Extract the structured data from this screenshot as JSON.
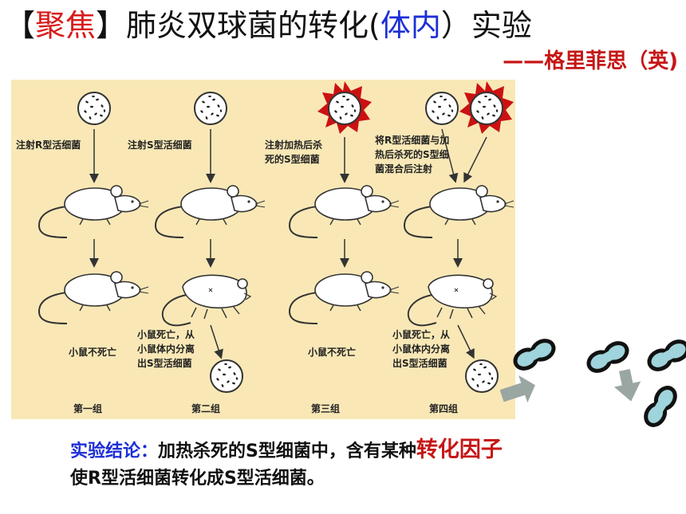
{
  "title": {
    "bracket_open": "【",
    "focus": "聚焦",
    "bracket_close": "】",
    "main": "肺炎双球菌的转化(",
    "invivo": "体内",
    "tail": "）实验"
  },
  "subtitle": "——格里菲思（英)",
  "figure": {
    "labels": {
      "g1_inject": "注射R型活细菌",
      "g2_inject": "注射S型活细菌",
      "g3_inject_1": "注射加热后杀",
      "g3_inject_2": "死的S型细菌",
      "g4_inject_1": "将R型活细菌与加",
      "g4_inject_2": "热后杀死的S型细",
      "g4_inject_3": "菌混合后注射",
      "g1_result": "小鼠不死亡",
      "g2_result_1": "小鼠死亡，从",
      "g2_result_2": "小鼠体内分离",
      "g2_result_3": "出S型活细菌",
      "g3_result": "小鼠不死亡",
      "g4_result_1": "小鼠死亡，从",
      "g4_result_2": "小鼠体内分离",
      "g4_result_3": "出S型活细菌"
    },
    "groups": [
      "第一组",
      "第二组",
      "第三组",
      "第四组"
    ]
  },
  "conclusion": {
    "head": "实验结论：",
    "body1": "加热杀死的S型细菌中，含有某种",
    "highlight": "转化因子",
    "body2": "使R型活细菌转化成S型活细菌。"
  },
  "colors": {
    "title_red": "#d81b1b",
    "title_blue": "#1d2fd6",
    "figure_bg": "#f9e8b6",
    "starburst": "#cc1111",
    "bacteria_fill": "#9fd4dc",
    "arrow_gray": "#9aa6a2"
  }
}
